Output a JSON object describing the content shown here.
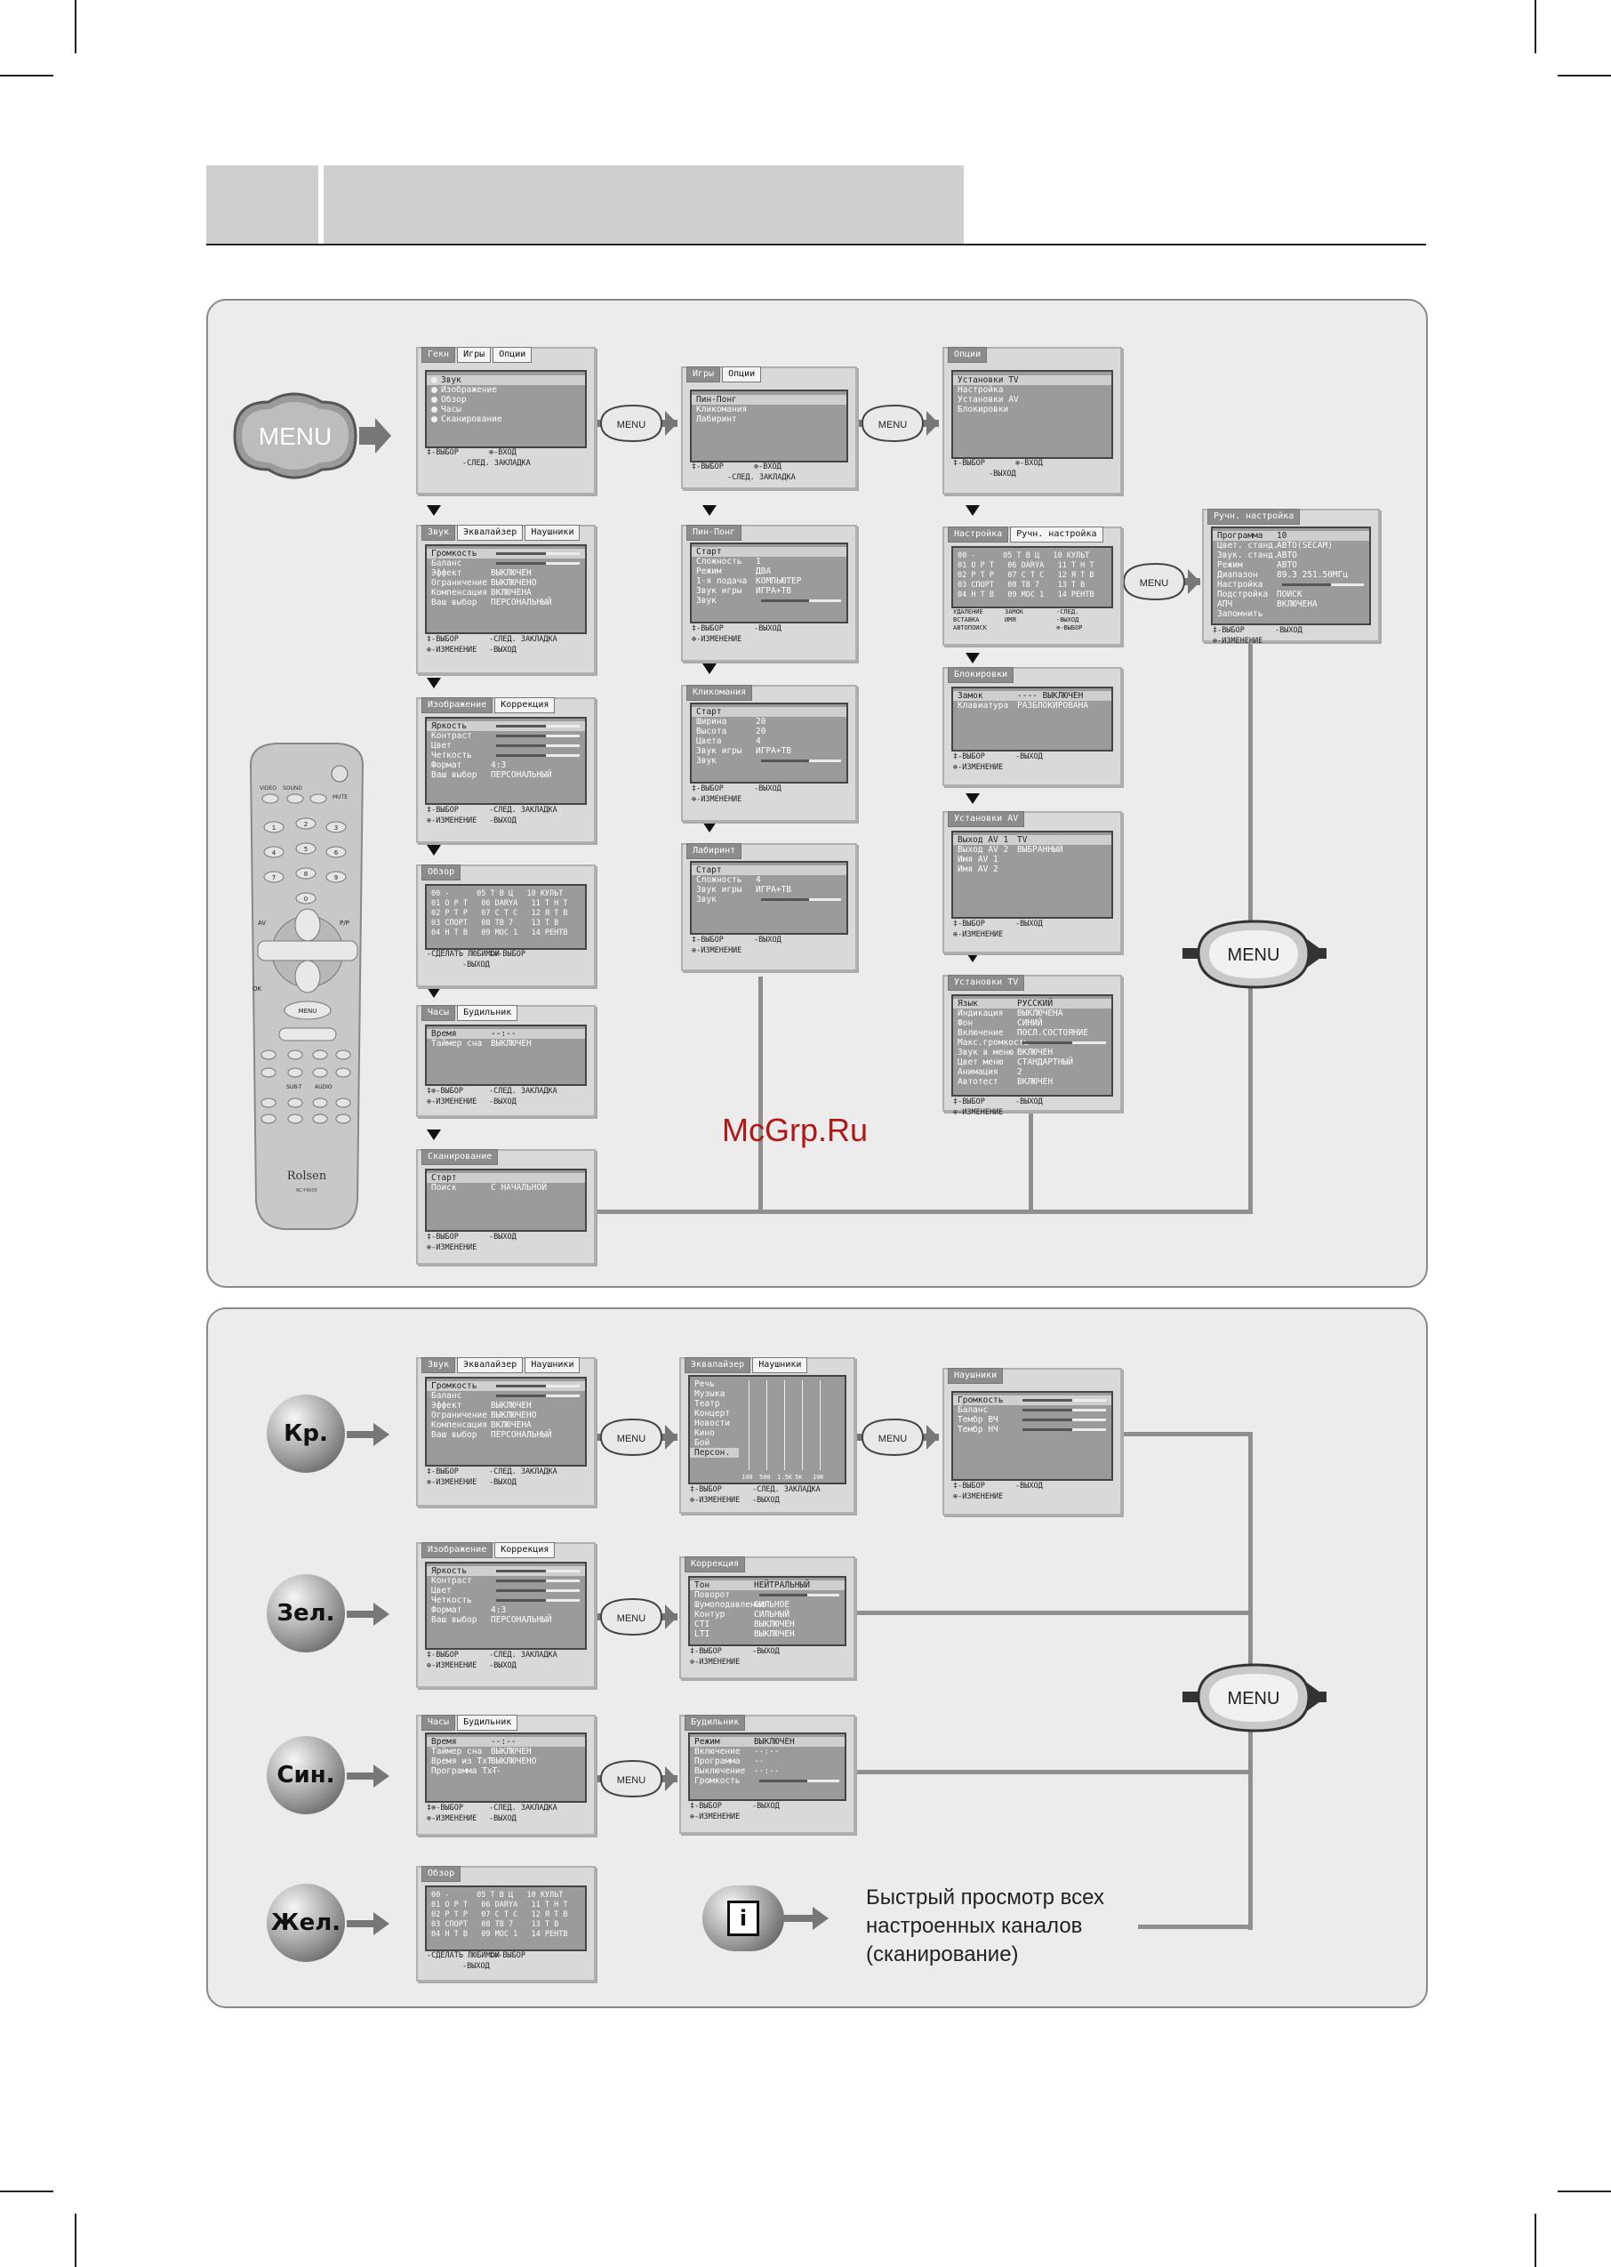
{
  "watermark": "McGrp.Ru",
  "menu_label": "MENU",
  "colors": {
    "panel_bg": "#ececec",
    "screen_bg": "#d9d9d9",
    "highlight": "#cfcfcf",
    "connector": "#8f8f8f",
    "watermark": "#b01818"
  },
  "remote": {
    "brand": "Rolsen",
    "model": "RC-Y4005",
    "labels": [
      "VIDEO",
      "SOUND",
      "MUTE",
      "AV",
      "P/P",
      "OK",
      "MENU",
      "SUB-T",
      "AUDIO"
    ],
    "digits": [
      "1",
      "2",
      "3",
      "4",
      "5",
      "6",
      "7",
      "8",
      "9",
      "0"
    ]
  },
  "screens": {
    "main": {
      "tabs": [
        "Гекн",
        "Игры",
        "Опции"
      ],
      "rows": [
        "Звук",
        "Изображение",
        "Обзор",
        "Часы",
        "Сканирование"
      ],
      "foot1a": "‡-ВЫБОР",
      "foot1b": "⊕-ВХОД",
      "foot2": "-СЛЕД. ЗАКЛАДКА"
    },
    "games": {
      "tabs": [
        "Игры",
        "Опции"
      ],
      "rows": [
        "Пин-Понг",
        "Кликомания",
        "Лабиринт"
      ],
      "foot1a": "‡-ВЫБОР",
      "foot1b": "⊕-ВХОД",
      "foot2": "-СЛЕД. ЗАКЛАДКА"
    },
    "options": {
      "tabs": [
        "Опции"
      ],
      "rows": [
        "Установки TV",
        "Настройка",
        "Установки AV",
        "Блокировки"
      ],
      "foot1a": "‡-ВЫБОР",
      "foot1b": "⊕-ВХОД",
      "foot2": "-ВЫХОД"
    },
    "sound": {
      "tabs": [
        "Звук",
        "Эквалайзер",
        "Наушники"
      ],
      "rows": [
        [
          "Громкость",
          ""
        ],
        [
          "Баланс",
          ""
        ],
        [
          "Эффект",
          "ВЫКЛЮЧЕН"
        ],
        [
          "Ограничение",
          "ВЫКЛЮЧЕНО"
        ],
        [
          "Компенсация",
          "ВКЛЮЧЕНА"
        ],
        [
          "Ваш выбор",
          "ПЕРСОНАЛЬНЫЙ"
        ]
      ],
      "foot1a": "‡-ВЫБОР",
      "foot1b": "-СЛЕД. ЗАКЛАДКА",
      "foot2a": "⊕-ИЗМЕНЕНИЕ",
      "foot2b": "-ВЫХОД"
    },
    "picture": {
      "tabs": [
        "Изображение",
        "Коррекция"
      ],
      "rows": [
        [
          "Яркость",
          ""
        ],
        [
          "Контраст",
          ""
        ],
        [
          "Цвет",
          ""
        ],
        [
          "Четкость",
          ""
        ],
        [
          "Формат",
          "4:3"
        ],
        [
          "Ваш выбор",
          "ПЕРСОНАЛЬНЫЙ"
        ]
      ],
      "foot1a": "‡-ВЫБОР",
      "foot1b": "-СЛЕД. ЗАКЛАДКА",
      "foot2a": "⊕-ИЗМЕНЕНИЕ",
      "foot2b": "-ВЫХОД"
    },
    "review": {
      "tabs": [
        "Обзор"
      ],
      "lines": [
        "00 -      05 Т В Ц   10 КУЛЬТ",
        "01 О Р Т   06 DARYA   11 Т Н Т",
        "02 Р Т Р   07 С Т С   12 Я Т В",
        "03 СПОРТ   08 ТВ 7    13 Т В",
        "04 Н Т В   09 MOC 1   14 РЕНТВ"
      ],
      "foot1a": "-СДЕЛАТЬ ЛЮБИМОЙ",
      "foot1b": "‡⊕-ВЫБОР",
      "foot2": "-ВЫХОД"
    },
    "clock": {
      "tabs": [
        "Часы",
        "Будильник"
      ],
      "rows": [
        [
          "Время",
          "--:--"
        ],
        [
          "Таймер сна",
          "ВЫКЛЮЧЕН"
        ]
      ],
      "foot1a": "‡⊕-ВЫБОР",
      "foot1b": "-СЛЕД. ЗАКЛАДКА",
      "foot2a": "⊕-ИЗМЕНЕНИЕ",
      "foot2b": "-ВЫХОД"
    },
    "scan": {
      "tabs": [
        "Сканирование"
      ],
      "rows": [
        [
          "Старт",
          ""
        ],
        [
          "Поиск",
          "С НАЧАЛЬНОЙ"
        ]
      ],
      "foot1a": "‡-ВЫБОР",
      "foot1b": "-ВЫХОД",
      "foot2a": "⊕-ИЗМЕНЕНИЕ",
      "foot2b": ""
    },
    "pingpong": {
      "tabs": [
        "Пин-Понг"
      ],
      "rows": [
        [
          "Старт",
          ""
        ],
        [
          "Сложность",
          "1"
        ],
        [
          "Режим",
          "ДВА"
        ],
        [
          "1-я подача",
          "КОМПЬЮТЕР"
        ],
        [
          "Звук игры",
          "ИГРА+ТВ"
        ],
        [
          "Звук",
          ""
        ]
      ],
      "foot1a": "‡-ВЫБОР",
      "foot1b": "-ВЫХОД",
      "foot2a": "⊕-ИЗМЕНЕНИЕ",
      "foot2b": ""
    },
    "klikomania": {
      "tabs": [
        "Кликомания"
      ],
      "rows": [
        [
          "Старт",
          ""
        ],
        [
          "Ширина",
          "20"
        ],
        [
          "Высота",
          "20"
        ],
        [
          "Цвета",
          "4"
        ],
        [
          "Звук игры",
          "ИГРА+ТВ"
        ],
        [
          "Звук",
          ""
        ]
      ],
      "foot1a": "‡-ВЫБОР",
      "foot1b": "-ВЫХОД",
      "foot2a": "⊕-ИЗМЕНЕНИЕ",
      "foot2b": ""
    },
    "labirint": {
      "tabs": [
        "Лабиринт"
      ],
      "rows": [
        [
          "Старт",
          ""
        ],
        [
          "Сложность",
          "4"
        ],
        [
          "Звук игры",
          "ИГРА+ТВ"
        ],
        [
          "Звук",
          ""
        ]
      ],
      "foot1a": "‡-ВЫБОР",
      "foot1b": "-ВЫХОД",
      "foot2a": "⊕-ИЗМЕНЕНИЕ",
      "foot2b": ""
    },
    "tuning": {
      "tabs": [
        "Настройка",
        "Ручн. настройка"
      ],
      "lines": [
        "00 -      05 Т В Ц   10 КУЛЬТ",
        "01 О Р Т   06 DARYA   11 Т Н Т",
        "02 Р Т Р   07 С Т С   12 Я Т В",
        "03 СПОРТ   08 ТВ 7    13 Т В",
        "04 Н Т В   09 MOC 1   14 РЕНТВ"
      ],
      "foot": [
        "УДАЛЕНИЕ",
        "ЗАМОК",
        "-СЛЕД.",
        "ВСТАВКА",
        "ИМЯ",
        "-ВЫХОД",
        "АВТОПОИСК",
        "",
        "⊕-ВЫБОР"
      ]
    },
    "manual": {
      "tabs": [
        "Ручн. настройка"
      ],
      "rows": [
        [
          "Программа",
          "10"
        ],
        [
          "Цвет. станд.",
          "АВТО(SECAM)"
        ],
        [
          "Звук. станд.",
          "АВТО"
        ],
        [
          "Режим",
          "АВТО"
        ],
        [
          "Диапазон",
          "89.3  251.50МГц"
        ],
        [
          "Настройка",
          ""
        ],
        [
          "Подстройка",
          "ПОИСК"
        ],
        [
          "АПЧ",
          "ВКЛЮЧЕНА"
        ],
        [
          "Запомнить",
          ""
        ]
      ],
      "foot1a": "‡-ВЫБОР",
      "foot1b": "-ВЫХОД",
      "foot2a": "⊕-ИЗМЕНЕНИЕ",
      "foot2b": ""
    },
    "locks": {
      "tabs": [
        "Блокировки"
      ],
      "rows": [
        [
          "Замок",
          "---- ВЫКЛЮЧЕН"
        ],
        [
          "Клавиатура",
          "РАЗБЛОКИРОВАНА"
        ]
      ],
      "foot1a": "‡-ВЫБОР",
      "foot1b": "-ВЫХОД",
      "foot2a": "⊕-ИЗМЕНЕНИЕ",
      "foot2b": ""
    },
    "avsetup": {
      "tabs": [
        "Установки AV"
      ],
      "rows": [
        [
          "Выход AV 1",
          "TV"
        ],
        [
          "Выход AV 2",
          "ВЫБРАННЫЙ"
        ],
        [
          "Имя AV 1",
          ""
        ],
        [
          "Имя AV 2",
          ""
        ]
      ],
      "foot1a": "‡-ВЫБОР",
      "foot1b": "-ВЫХОД",
      "foot2a": "⊕-ИЗМЕНЕНИЕ",
      "foot2b": ""
    },
    "tvsetup": {
      "tabs": [
        "Установки TV"
      ],
      "rows": [
        [
          "Язык",
          "РУССКИЙ"
        ],
        [
          "Индикация",
          "ВЫКЛЮЧЕНА"
        ],
        [
          "Фон",
          "СИНИЙ"
        ],
        [
          "Включение",
          "ПОСЛ.СОСТОЯНИЕ"
        ],
        [
          "Макс.громкость",
          ""
        ],
        [
          "Звук в меню",
          "ВКЛЮЧЕН"
        ],
        [
          "Цвет меню",
          "СТАНДАРТНЫЙ"
        ],
        [
          "Анимация",
          "2"
        ],
        [
          "Автотест",
          "ВКЛЮЧЕН"
        ]
      ],
      "foot1a": "‡-ВЫБОР",
      "foot1b": "-ВЫХОД",
      "foot2a": "⊕-ИЗМЕНЕНИЕ",
      "foot2b": ""
    },
    "eq": {
      "tabs": [
        "Эквалайзер",
        "Наушники"
      ],
      "rows": [
        "Речь",
        "Музыка",
        "Театр",
        "Концерт",
        "Новости",
        "Кино",
        "Бой",
        "Персон."
      ],
      "bands": [
        "100",
        "500",
        "1.5K",
        "5K",
        "10K"
      ],
      "foot1a": "‡-ВЫБОР",
      "foot1b": "-СЛЕД. ЗАКЛАДКА",
      "foot2a": "⊕-ИЗМЕНЕНИЕ",
      "foot2b": "-ВЫХОД"
    },
    "headphones": {
      "tabs": [
        "Наушники"
      ],
      "rows": [
        [
          "Громкость",
          ""
        ],
        [
          "Баланс",
          ""
        ],
        [
          "Тембр ВЧ",
          ""
        ],
        [
          "Тембр НЧ",
          ""
        ]
      ],
      "foot1a": "‡-ВЫБОР",
      "foot1b": "-ВЫХОД",
      "foot2a": "⊕-ИЗМЕНЕНИЕ",
      "foot2b": ""
    },
    "correction": {
      "tabs": [
        "Коррекция"
      ],
      "rows": [
        [
          "Тон",
          "НЕЙТРАЛЬНЫЙ"
        ],
        [
          "Поворот",
          ""
        ],
        [
          "Шумоподавление",
          "СИЛЬНОЕ"
        ],
        [
          "Контур",
          "СИЛЬНЫЙ"
        ],
        [
          "CTI",
          "ВЫКЛЮЧЕН"
        ],
        [
          "LTI",
          "ВЫКЛЮЧЕН"
        ]
      ],
      "foot1a": "‡-ВЫБОР",
      "foot1b": "-ВЫХОД",
      "foot2a": "⊕-ИЗМЕНЕНИЕ",
      "foot2b": ""
    },
    "clock2": {
      "tabs": [
        "Часы",
        "Будильник"
      ],
      "rows": [
        [
          "Время",
          "--:--"
        ],
        [
          "Таймер сна",
          "ВЫКЛЮЧЕН"
        ],
        [
          "Время из TxT",
          "ВЫКЛЮЧЕНО"
        ],
        [
          "Программа TxT",
          "--"
        ]
      ],
      "foot1a": "‡⊕-ВЫБОР",
      "foot1b": "-СЛЕД. ЗАКЛАДКА",
      "foot2a": "⊕-ИЗМЕНЕНИЕ",
      "foot2b": "-ВЫХОД"
    },
    "alarm": {
      "tabs": [
        "Будильник"
      ],
      "rows": [
        [
          "Режим",
          "ВЫКЛЮЧЕН"
        ],
        [
          "Включение",
          "--:--"
        ],
        [
          "Программа",
          "--"
        ],
        [
          "Выключение",
          "--:--"
        ],
        [
          "Громкость",
          ""
        ]
      ],
      "foot1a": "‡-ВЫБОР",
      "foot1b": "-ВЫХОД",
      "foot2a": "⊕-ИЗМЕНЕНИЕ",
      "foot2b": ""
    }
  },
  "color_buttons": {
    "red": "Кр.",
    "green": "Зел.",
    "blue": "Син.",
    "yellow": "Жел."
  },
  "info_button": {
    "icon": "i",
    "text": "Быстрый просмотр всех настроенных каналов (сканирование)"
  }
}
